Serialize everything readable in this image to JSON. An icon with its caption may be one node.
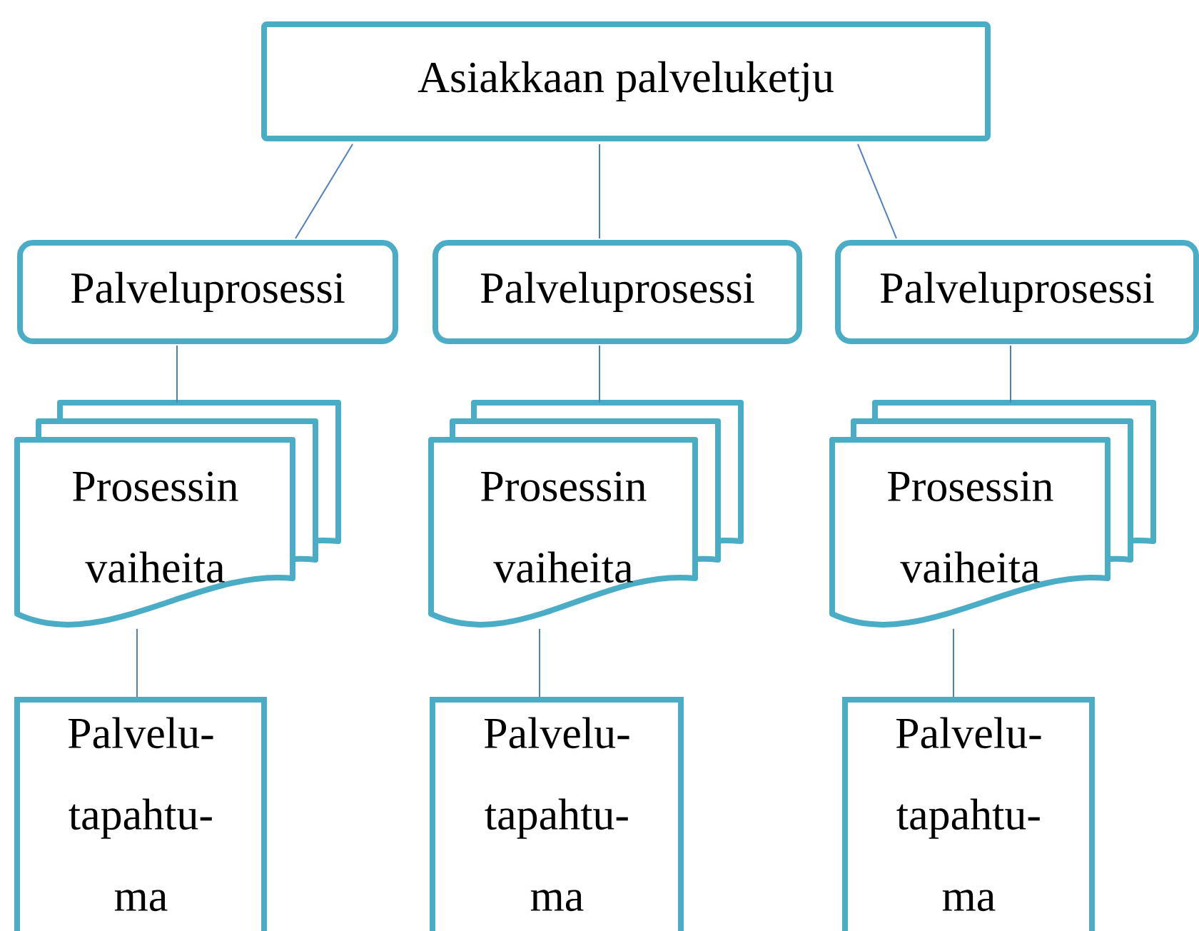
{
  "diagram": {
    "nodes": [
      {
        "text": [
          "Asiakkaan palveluketju"
        ]
      },
      {
        "text": [
          "Palveluprosessi"
        ]
      },
      {
        "text": [
          "Palveluprosessi"
        ]
      },
      {
        "text": [
          "Palveluprosessi"
        ]
      },
      {
        "text": [
          "Prosessin vaiheita"
        ]
      },
      {
        "text": [
          "Prosessin vaiheita"
        ]
      },
      {
        "text": [
          "Prosessin vaiheita"
        ]
      },
      {
        "text": [
          "Palvelu- tapahtu- ma"
        ]
      },
      {
        "text": [
          "Palvelu- tapahtu- ma"
        ]
      },
      {
        "text": [
          "Palvelu- tapahtu- ma"
        ]
      }
    ],
    "edges": [
      {
        "from": 0,
        "to": 1,
        "arrow": "none"
      },
      {
        "from": 0,
        "to": 2,
        "arrow": "none"
      },
      {
        "from": 0,
        "to": 3,
        "arrow": "none"
      },
      {
        "from": 1,
        "to": 4,
        "arrow": "none"
      },
      {
        "from": 2,
        "to": 5,
        "arrow": "none"
      },
      {
        "from": 3,
        "to": 6,
        "arrow": "none"
      },
      {
        "from": 4,
        "to": 7,
        "arrow": "none"
      },
      {
        "from": 5,
        "to": 8,
        "arrow": "none"
      },
      {
        "from": 6,
        "to": 9,
        "arrow": "none"
      }
    ]
  }
}
